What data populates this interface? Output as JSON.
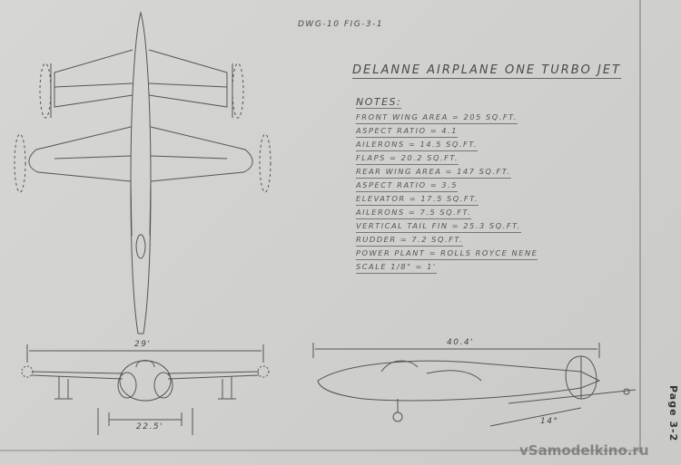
{
  "drawing": {
    "dwg_number": "DWG-10   FIG-3-1",
    "title": "DELANNE AIRPLANE ONE TURBO JET",
    "notes_heading": "NOTES:",
    "notes": [
      "FRONT WING AREA = 205 SQ.FT.",
      "ASPECT RATIO = 4.1",
      "AILERONS = 14.5 SQ.FT.",
      "FLAPS = 20.2 SQ.FT.",
      "REAR WING AREA = 147 SQ.FT.",
      "ASPECT RATIO = 3.5",
      "ELEVATOR = 17.5 SQ.FT.",
      "AILERONS = 7.5 SQ.FT.",
      "VERTICAL TAIL FIN = 25.3 SQ.FT.",
      "RUDDER = 7.2 SQ.FT.",
      "POWER PLANT = ROLLS ROYCE NENE",
      "SCALE 1/8\" = 1'"
    ],
    "dimensions": {
      "span": "29'",
      "track": "22.5'",
      "length": "40.4'",
      "angle": "14°"
    },
    "page_label": "Page 3-2",
    "watermark": "vSamodelkino.ru"
  },
  "colors": {
    "paper": "#d3d3d0",
    "ink": "#4a4a4a"
  }
}
